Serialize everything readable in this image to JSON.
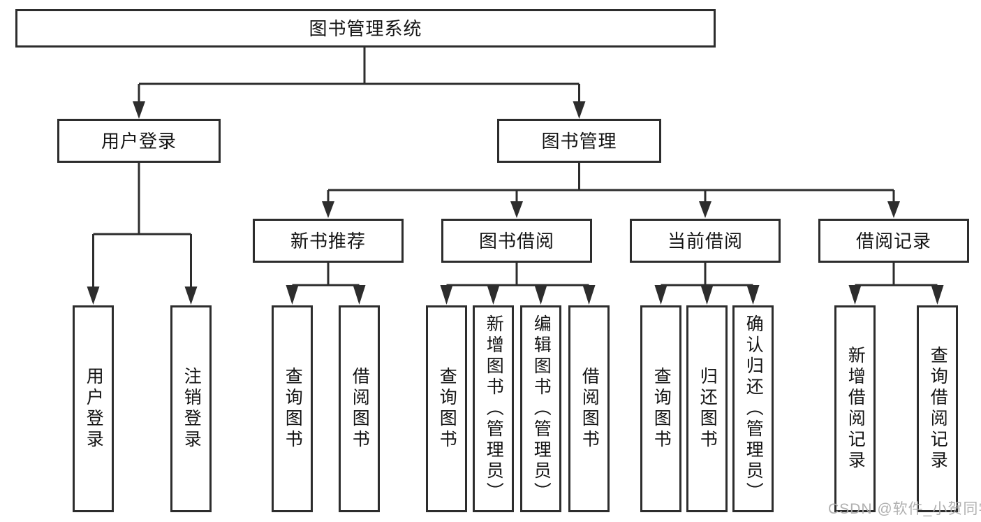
{
  "diagram_title": "图书管理系统",
  "colors": {
    "line": "#2d2d2d",
    "box_border": "#2d2d2d",
    "box_fill": "#ffffff",
    "label_text": "#141414",
    "watermark_text": "#acacac"
  },
  "nodes": {
    "root": {
      "label": "图书管理系统"
    },
    "user_login": {
      "label": "用户登录"
    },
    "book_mgmt": {
      "label": "图书管理"
    },
    "new_book_rec": {
      "label": "新书推荐"
    },
    "book_borrow": {
      "label": "图书借阅"
    },
    "current_borrow": {
      "label": "当前借阅"
    },
    "borrow_record": {
      "label": "借阅记录"
    },
    "leaf_user_login": {
      "label": "用户登录"
    },
    "leaf_logout": {
      "label": "注销登录"
    },
    "leaf_query_book_1": {
      "label": "查询图书"
    },
    "leaf_borrow_book_1": {
      "label": "借阅图书"
    },
    "leaf_query_book_2": {
      "label": "查询图书"
    },
    "leaf_add_book": {
      "label": "新增图书（管理员）"
    },
    "leaf_edit_book": {
      "label": "编辑图书（管理员）"
    },
    "leaf_borrow_book_2": {
      "label": "借阅图书"
    },
    "leaf_query_book_3": {
      "label": "查询图书"
    },
    "leaf_return_book": {
      "label": "归还图书"
    },
    "leaf_confirm_return": {
      "label": "确认归还（管理员）"
    },
    "leaf_add_borrow_record": {
      "label": "新增借阅记录"
    },
    "leaf_query_borrow_record": {
      "label": "查询借阅记录"
    }
  },
  "edges": [
    {
      "from": "图书管理系统",
      "to": [
        "用户登录",
        "图书管理"
      ]
    },
    {
      "from": "用户登录",
      "to": [
        "用户登录",
        "注销登录"
      ]
    },
    {
      "from": "图书管理",
      "to": [
        "新书推荐",
        "图书借阅",
        "当前借阅",
        "借阅记录"
      ]
    },
    {
      "from": "新书推荐",
      "to": [
        "查询图书",
        "借阅图书"
      ]
    },
    {
      "from": "图书借阅",
      "to": [
        "查询图书",
        "新增图书（管理员）",
        "编辑图书（管理员）",
        "借阅图书"
      ]
    },
    {
      "from": "当前借阅",
      "to": [
        "查询图书",
        "归还图书",
        "确认归还（管理员）"
      ]
    },
    {
      "from": "借阅记录",
      "to": [
        "新增借阅记录",
        "查询借阅记录"
      ]
    }
  ],
  "watermark": {
    "text": "CSDN @软件_小贺同学"
  }
}
